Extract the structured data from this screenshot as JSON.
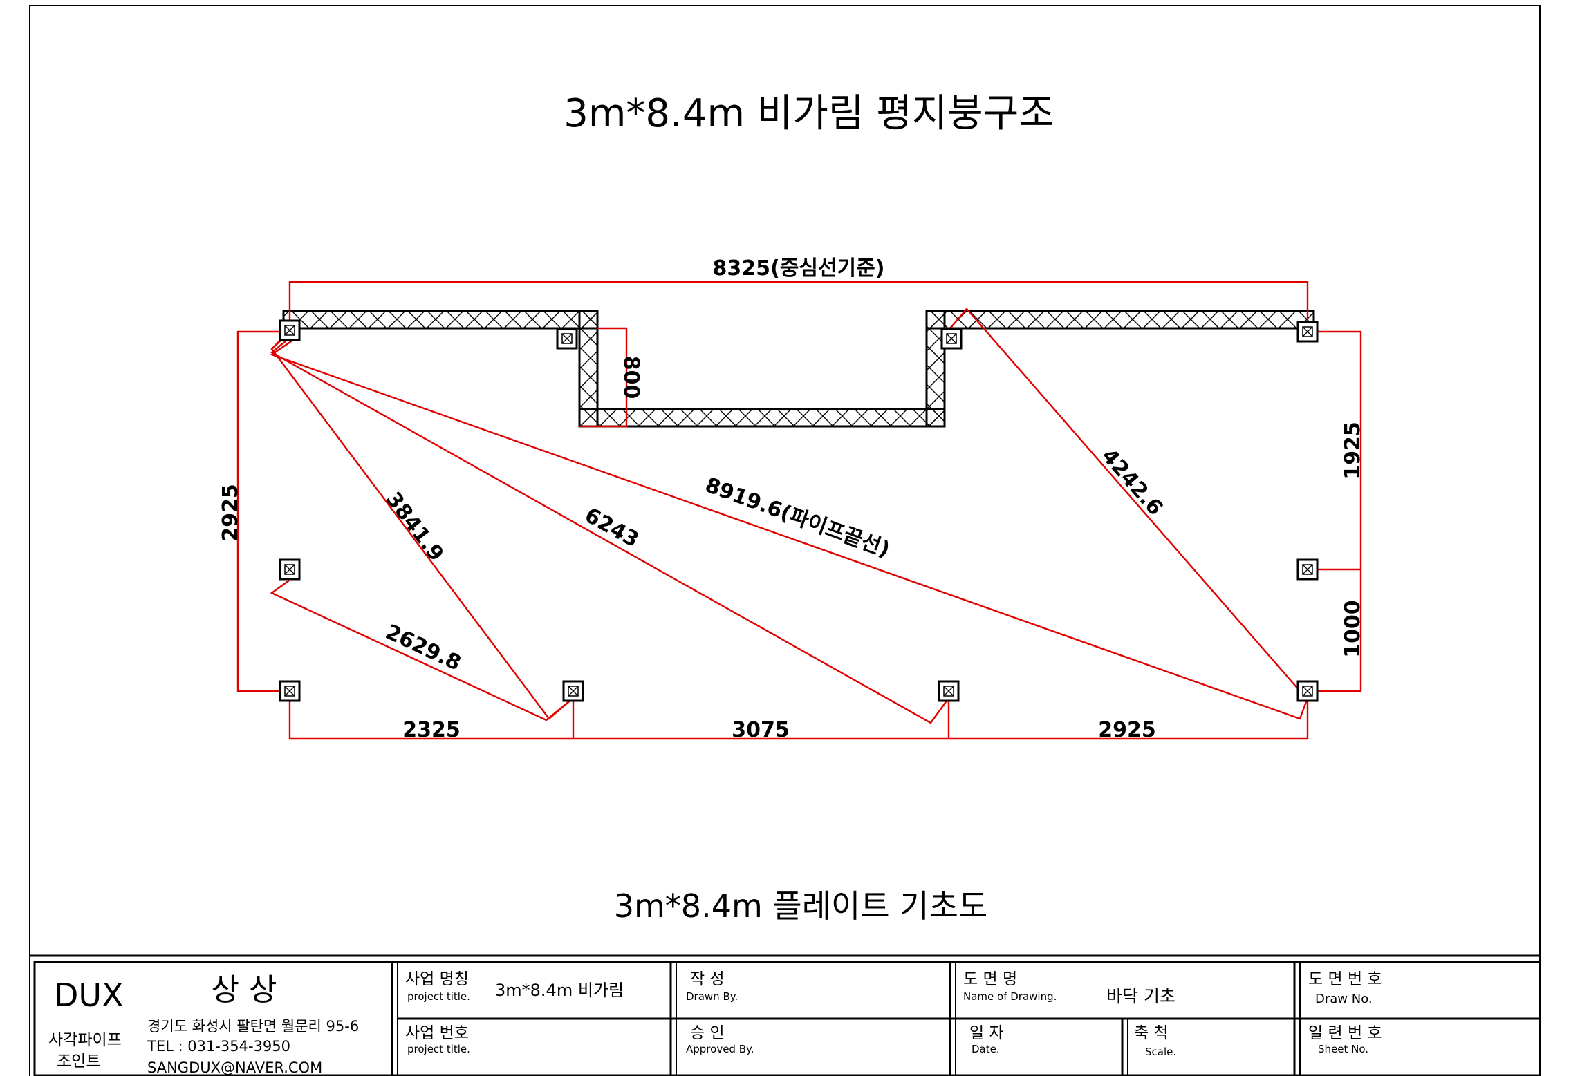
{
  "drawing": {
    "main_title": "3m*8.4m 비가림 평지붕구조",
    "sub_title": "3m*8.4m  플레이트 기초도"
  },
  "dimensions": {
    "top_overall": "8325(중심선기준)",
    "notch_depth": "800",
    "left_height": "2925",
    "right_upper": "1925",
    "right_lower": "1000",
    "bottom_1": "2325",
    "bottom_2": "3075",
    "bottom_3": "2925",
    "diag_1": "3841.9",
    "diag_2": "6243",
    "diag_3": "8919.6(파이프끝선)",
    "diag_4": "4242.6",
    "diag_5": "2629.8"
  },
  "title_block": {
    "company": {
      "brand": "DUX",
      "name": "상 상",
      "type_line1": "사각파이프",
      "type_line2": "조인트",
      "address": "경기도 화성시 팔탄면 월문리 95-6",
      "tel": "TEL : 031-354-3950",
      "email": "SANGDUX@NAVER.COM"
    },
    "project_title": {
      "label": "사업 명칭",
      "sub": "project title.",
      "value": "3m*8.4m 비가림"
    },
    "project_no": {
      "label": "사업 번호",
      "sub": "project title.",
      "value": ""
    },
    "drawn_by": {
      "label": "작    성",
      "sub": "Drawn By.",
      "value": ""
    },
    "approved_by": {
      "label": "승    인",
      "sub": "Approved By.",
      "value": ""
    },
    "drawing_name": {
      "label": "도  면  명",
      "sub": "Name of Drawing.",
      "value": "바닥 기초"
    },
    "date": {
      "label": "일  자",
      "sub": "Date.",
      "value": ""
    },
    "scale": {
      "label": "축  척",
      "sub": "Scale.",
      "value": ""
    },
    "draw_no": {
      "label": "도 면 번 호",
      "sub": "Draw No.",
      "value": ""
    },
    "sheet_no": {
      "label": "일 련 번 호",
      "sub": "Sheet No.",
      "value": ""
    }
  },
  "colors": {
    "dimension_line": "#e00000",
    "outline": "#000000"
  }
}
